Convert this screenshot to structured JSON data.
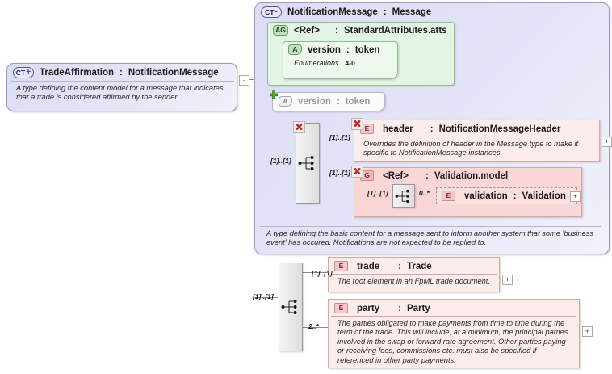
{
  "diagram": {
    "kind": "xml-schema-diagram",
    "colors": {
      "complex_type_fill": "#d6d7f2",
      "complex_type_border": "#9a9ac4",
      "attribute_group_fill": "#e4f4e4",
      "attribute_group_border": "#8fbf8f",
      "element_fill": "#fbe3e3",
      "element_border": "#d7a6a6",
      "group_fill": "#fad6d6",
      "sequence_fill": "#eaeaea",
      "connector_line": "#8a8a8a",
      "prohibited_badge": "#cc2222",
      "added_badge": "#4caf22"
    }
  },
  "trade_affirmation": {
    "icon": "complex-type-icon",
    "expander": "+",
    "name": "TradeAffirmation",
    "separator": ":",
    "type": "NotificationMessage",
    "description": "A type defining the content model for a message that indicates that a trade is considered affirmed by the sender.",
    "outer_expander": "-"
  },
  "notification_message": {
    "icon": "complex-type-icon",
    "expander": "-",
    "name": "NotificationMessage",
    "separator": ":",
    "type": "Message",
    "description": "A type defining the basic content for a message sent to inform another system that some 'business event' has occured. Notifications are not expected to be replied to.",
    "attribute_group": {
      "icon": "attribute-group-icon",
      "badge": "AG",
      "name": "<Ref>",
      "separator": ":",
      "type": "StandardAttributes.atts",
      "attribute": {
        "badge": "A",
        "name": "version",
        "separator": ":",
        "type": "token",
        "facet_label": "Enumerations",
        "facet_value": "4-0"
      }
    },
    "overridden_attribute": {
      "badge": "A",
      "name": "version",
      "separator": ":",
      "type": "token",
      "state": "added"
    },
    "sequence": {
      "name": "sequence-compositor",
      "state": "prohibited",
      "cardinality": "[1]..[1]"
    },
    "header": {
      "badge": "E",
      "name": "header",
      "separator": ":",
      "type": "NotificationMessageHeader",
      "cardinality": "[1]..[1]",
      "state": "prohibited",
      "description": "Overrides the definition of header in the Message type to make it specific to NotificationMessage instances.",
      "expander": "+"
    },
    "validation_model": {
      "badge": "G",
      "name": "<Ref>",
      "separator": ":",
      "type": "Validation.model",
      "cardinality": "[1]..[1]",
      "state": "prohibited",
      "inner_sequence_cardinality": "[1]..[1]",
      "validation": {
        "badge": "E",
        "name": "validation",
        "separator": ":",
        "type": "Validation",
        "cardinality": "0..*",
        "expander": "+"
      }
    }
  },
  "bottom_sequence": {
    "name": "sequence-compositor",
    "cardinality": "[1]..[1]"
  },
  "trade": {
    "badge": "E",
    "name": "trade",
    "separator": ":",
    "type": "Trade",
    "cardinality": "[1]..[1]",
    "description": "The root element in an FpML trade document.",
    "expander": "+"
  },
  "party": {
    "badge": "E",
    "name": "party",
    "separator": ":",
    "type": "Party",
    "cardinality": "2..*",
    "description": "The parties obligated to make payments from time to time during the term of the trade. This will include, at a minimum, the principal parties involved in the swap or forward rate agreement. Other parties paying or receiving fees, commissions etc. must also be specified if referenced in other party payments.",
    "expander": "+"
  }
}
